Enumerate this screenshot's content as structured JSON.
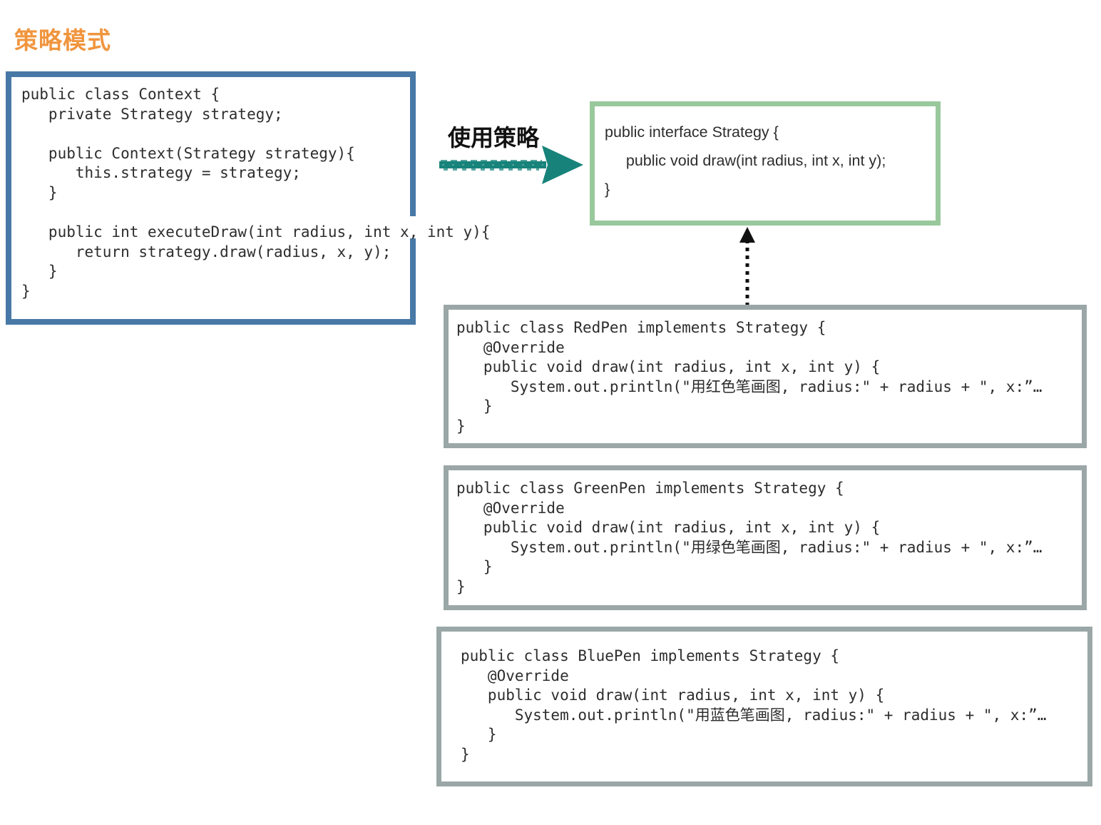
{
  "title": "策略模式",
  "arrow_label": "使用策略",
  "colors": {
    "title_orange": "#F0953E",
    "context_border_blue": "#4879A6",
    "interface_border_green": "#98C89C",
    "impl_border_gray": "#9BA7A7",
    "arrow_teal": "#17837A",
    "code_text": "#2D2D2D"
  },
  "context_box": {
    "code_lines": [
      "public class Context {",
      "   private Strategy strategy;",
      "",
      "   public Context(Strategy strategy){",
      "      this.strategy = strategy;",
      "   }",
      "",
      "   public int executeDraw(int radius, int x, int y){",
      "      return strategy.draw(radius, x, y);",
      "   }",
      "}"
    ]
  },
  "strategy_box": {
    "code_lines": [
      "public interface Strategy {",
      "     public void draw(int radius, int x, int y);",
      "}"
    ]
  },
  "implementations": [
    {
      "name": "RedPen",
      "code_lines": [
        "public class RedPen implements Strategy {",
        "   @Override",
        "   public void draw(int radius, int x, int y) {",
        "      System.out.println(\"用红色笔画图, radius:\" + radius + \", x:”…",
        "   }",
        "}"
      ]
    },
    {
      "name": "GreenPen",
      "code_lines": [
        "public class GreenPen implements Strategy {",
        "   @Override",
        "   public void draw(int radius, int x, int y) {",
        "      System.out.println(\"用绿色笔画图, radius:\" + radius + \", x:”…",
        "   }",
        "}"
      ]
    },
    {
      "name": "BluePen",
      "code_lines": [
        "public class BluePen implements Strategy {",
        "   @Override",
        "   public void draw(int radius, int x, int y) {",
        "      System.out.println(\"用蓝色笔画图, radius:\" + radius + \", x:”…",
        "   }",
        "}"
      ]
    }
  ]
}
